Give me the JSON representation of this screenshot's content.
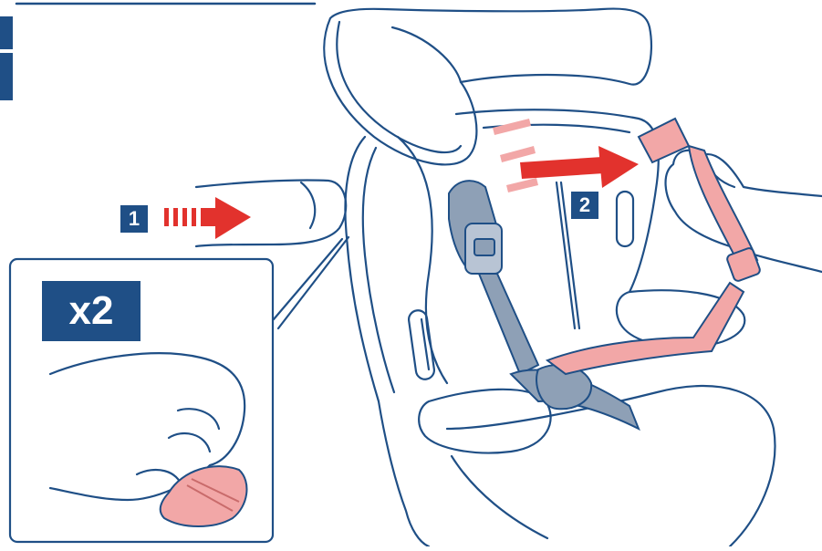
{
  "steps": [
    {
      "number": "1"
    },
    {
      "number": "2"
    }
  ],
  "inset": {
    "badge": "x2"
  },
  "colors": {
    "badge_blue": "#1f4f86",
    "outline_blue": "#1f4f86",
    "arrow_red": "#e2322d",
    "belt_pink": "#f2a7a7",
    "belt_gray": "#8ea0b6"
  }
}
